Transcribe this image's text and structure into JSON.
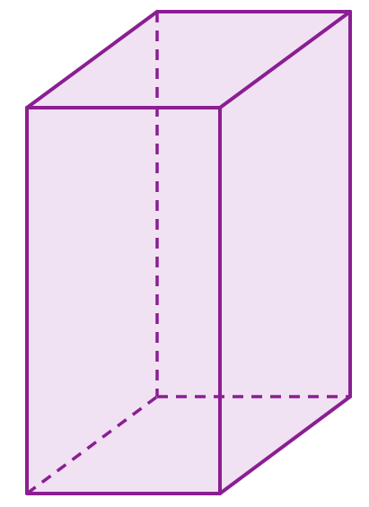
{
  "diagram": {
    "shape": "rectangular prism",
    "colors": {
      "edge": "#8b1e92",
      "face_fill": "#f1e2f3"
    },
    "edges": {
      "visible_style": "solid",
      "hidden_style": "dashed"
    }
  }
}
